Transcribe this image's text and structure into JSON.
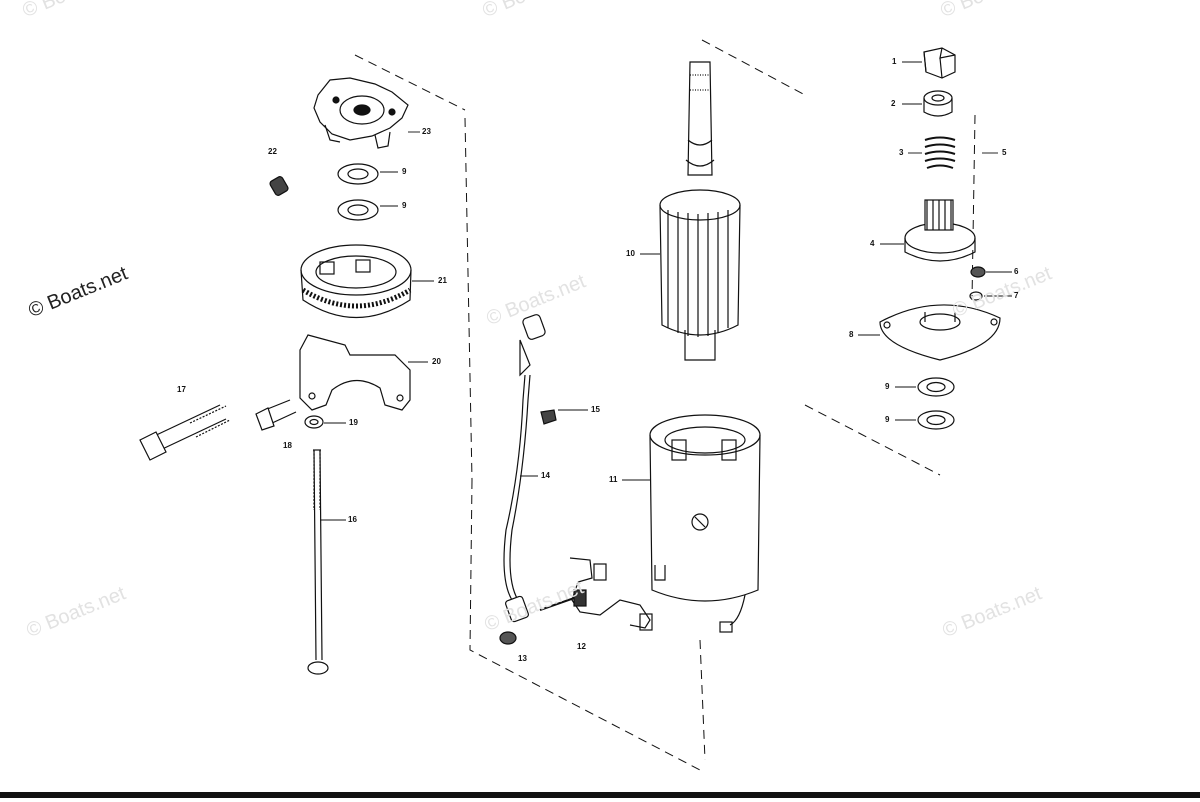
{
  "watermarks": {
    "text": "© Boats.net"
  },
  "callouts": {
    "c1": "1",
    "c2": "2",
    "c3": "3",
    "c4": "4",
    "c5": "5",
    "c6": "6",
    "c7": "7",
    "c8": "8",
    "c9a": "9",
    "c9b": "9",
    "c9c": "9",
    "c9d": "9",
    "c10": "10",
    "c11": "11",
    "c12": "12",
    "c13": "13",
    "c14": "14",
    "c15": "15",
    "c16": "16",
    "c17": "17",
    "c18": "18",
    "c19": "19",
    "c20": "20",
    "c21": "21",
    "c22": "22",
    "c23": "23"
  },
  "colors": {
    "ink": "#111111",
    "watermark": "#e2e2e2"
  }
}
